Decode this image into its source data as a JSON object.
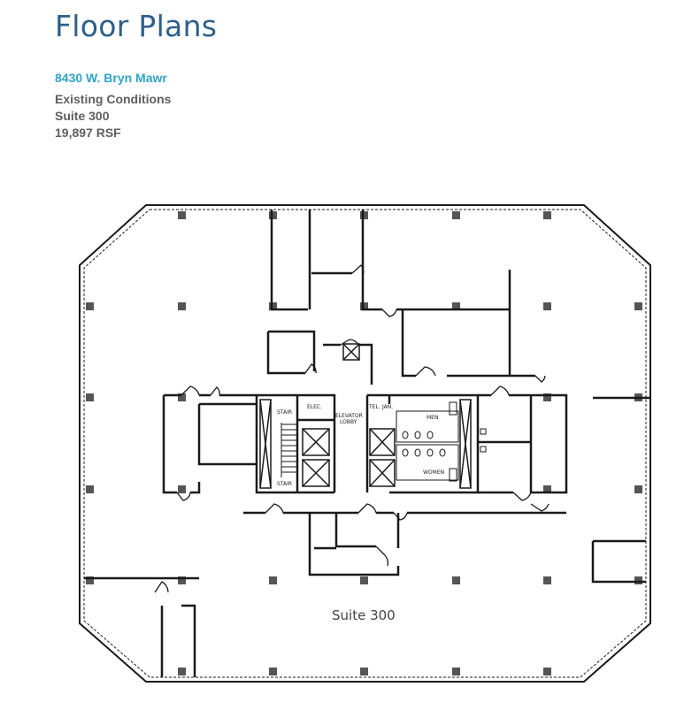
{
  "header": {
    "title": "Floor Plans",
    "address": "8430 W. Bryn Mawr",
    "details": [
      "Existing Conditions",
      "Suite 300",
      "19,897 RSF"
    ]
  },
  "plan": {
    "suite_label": "Suite 300",
    "rooms": {
      "stair_top": "STAIR",
      "stair_bottom": "STAIR",
      "elec": "ELEC.",
      "elevator_lobby_1": "ELEVATOR",
      "elevator_lobby_2": "LOBBY",
      "tel": "TEL.",
      "jan": "JAN.",
      "men": "MEN",
      "women": "WOMEN"
    }
  },
  "colors": {
    "title": "#2d5f8b",
    "address": "#2fa3c6",
    "details": "#5e5e5e",
    "walls": "#1a1a1a",
    "columns": "#555555"
  }
}
